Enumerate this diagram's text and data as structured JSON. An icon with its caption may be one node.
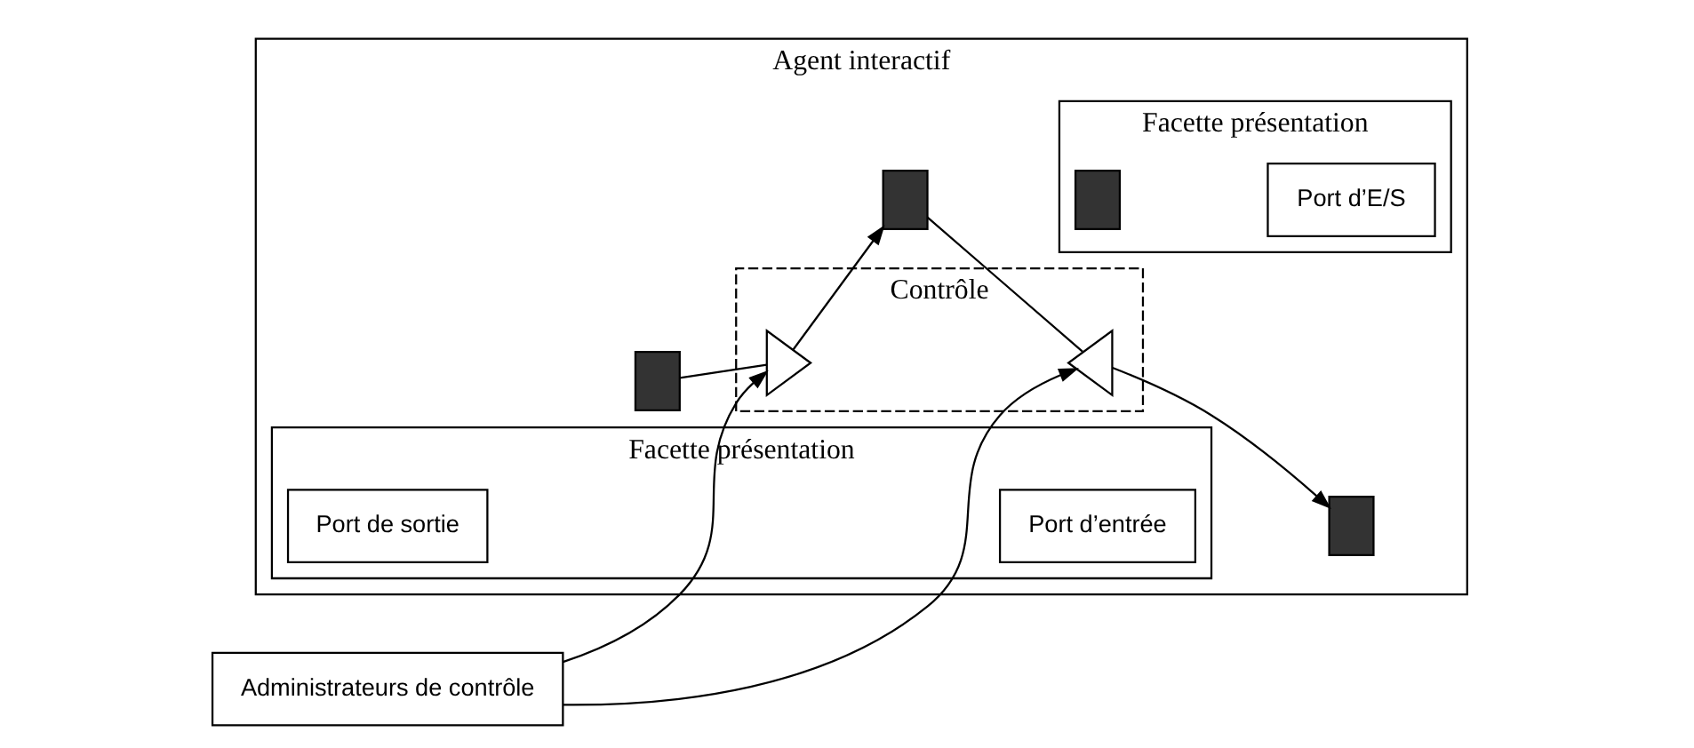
{
  "diagram": {
    "nodes": [
      {
        "text": [
          "Agent interactif"
        ]
      },
      {
        "text": [
          "Facette présentation"
        ],
        "in": 0
      },
      {
        "text": [
          "Port de sortie"
        ],
        "in": 1
      },
      {
        "text": [],
        "shape": "box",
        "in": 0
      },
      {
        "text": [
          "Port d’entrée"
        ],
        "in": 1
      },
      {
        "text": [],
        "shape": "box",
        "in": 0
      },
      {
        "text": [
          "Contrôle"
        ],
        "in": 0
      },
      {
        "text": [],
        "shape": "triangle",
        "in": 6
      },
      {
        "text": [],
        "shape": "triangle",
        "in": 6
      },
      {
        "text": [
          "Facette présentation"
        ],
        "in": 0
      },
      {
        "text": [],
        "shape": "box",
        "in": 0
      },
      {
        "text": [],
        "shape": "box",
        "in": 9
      },
      {
        "text": [
          "Port d’E/S"
        ],
        "in": 9
      },
      {
        "text": [
          "Administrateurs de contrôle"
        ]
      }
    ],
    "edges": [
      {
        "from": 3,
        "to": 7,
        "arrow": "none"
      },
      {
        "from": 7,
        "to": 10,
        "arrow": "to"
      },
      {
        "from": 10,
        "to": 8,
        "arrow": "none"
      },
      {
        "from": 8,
        "to": 5,
        "arrow": "to"
      },
      {
        "from": 13,
        "to": 7,
        "arrow": "to"
      },
      {
        "from": 13,
        "to": 8,
        "arrow": "to"
      }
    ]
  }
}
